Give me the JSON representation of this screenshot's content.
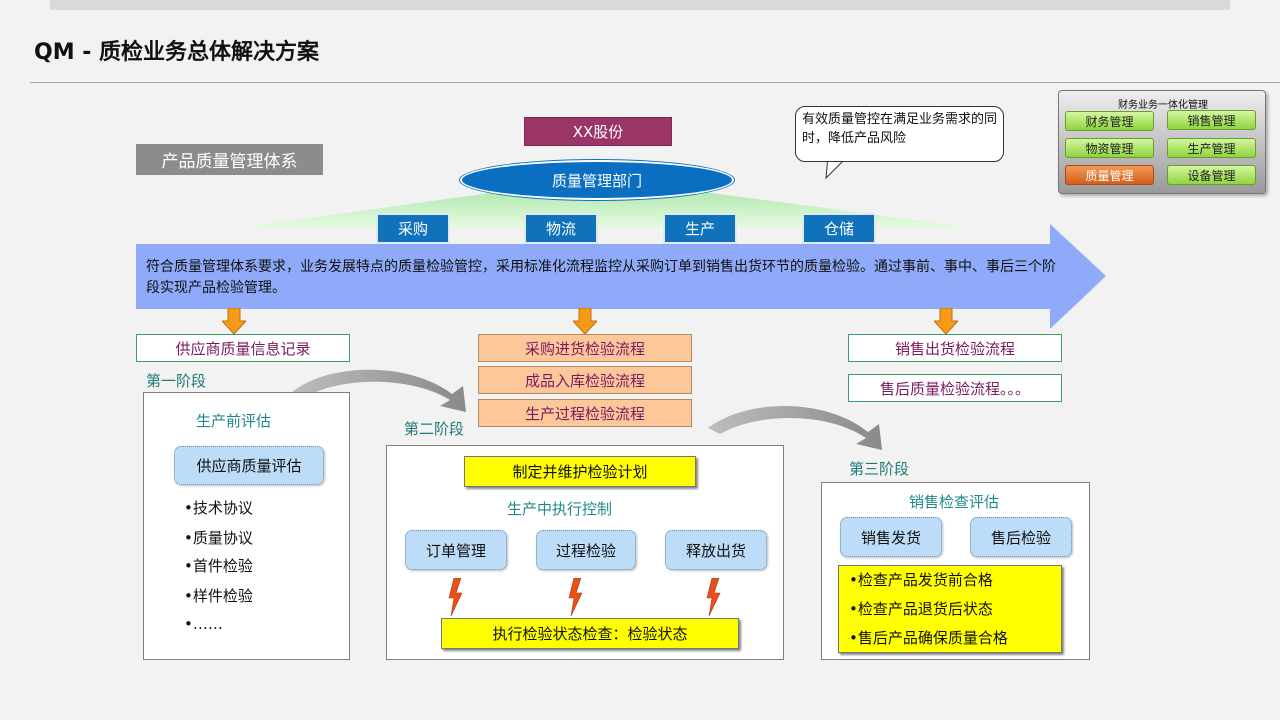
{
  "page": {
    "title": "QM - 质检业务总体解决方案"
  },
  "company": {
    "label": "XX股份"
  },
  "system": {
    "label": "产品质量管理体系"
  },
  "qm_dept": {
    "label": "质量管理部门"
  },
  "functions": [
    {
      "label": "采购"
    },
    {
      "label": "物流"
    },
    {
      "label": "生产"
    },
    {
      "label": "仓储"
    }
  ],
  "callout": {
    "text": "有效质量管控在满足业务需求的同时，降低产品风险"
  },
  "finance_panel": {
    "title": "财务业务一体化管理",
    "buttons": [
      {
        "label": "财务管理",
        "active": false
      },
      {
        "label": "销售管理",
        "active": false
      },
      {
        "label": "物资管理",
        "active": false
      },
      {
        "label": "生产管理",
        "active": false
      },
      {
        "label": "质量管理",
        "active": true
      },
      {
        "label": "设备管理",
        "active": false
      }
    ]
  },
  "main_arrow": {
    "text": "符合质量管理体系要求，业务发展特点的质量检验管控，采用标准化流程监控从采购订单到销售出货环节的质量检验。通过事前、事中、事后三个阶段实现产品检验管理。"
  },
  "flows": {
    "left": [
      "供应商质量信息记录"
    ],
    "middle": [
      "采购进货检验流程",
      "成品入库检验流程",
      "生产过程检验流程"
    ],
    "right": [
      "销售出货检验流程",
      "售后质量检验流程。。。"
    ]
  },
  "stage1": {
    "label": "第一阶段",
    "heading": "生产前评估",
    "pill": "供应商质量评估",
    "bullets": [
      "•技术协议",
      "•质量协议",
      "•首件检验",
      "•样件检验",
      "•……"
    ]
  },
  "stage2": {
    "label": "第二阶段",
    "plan": "制定并维护检验计划",
    "heading": "生产中执行控制",
    "pills": [
      "订单管理",
      "过程检验",
      "释放出货"
    ],
    "status": "执行检验状态检查：检验状态"
  },
  "stage3": {
    "label": "第三阶段",
    "heading": "销售检查评估",
    "pills": [
      "销售发货",
      "售后检验"
    ],
    "items": [
      "•检查产品发货前合格",
      "•检查产品退货后状态",
      "•售后产品确保质量合格"
    ]
  },
  "colors": {
    "company": "#9b3467",
    "dept": "#0b6fc1",
    "function": "#0f72bb",
    "arrow": "#8eaaf9",
    "pyramid": "#c6f5c4",
    "flow_orange": "#fcc89a",
    "highlight": "#ffff00",
    "pill": "#bcdcf7"
  }
}
